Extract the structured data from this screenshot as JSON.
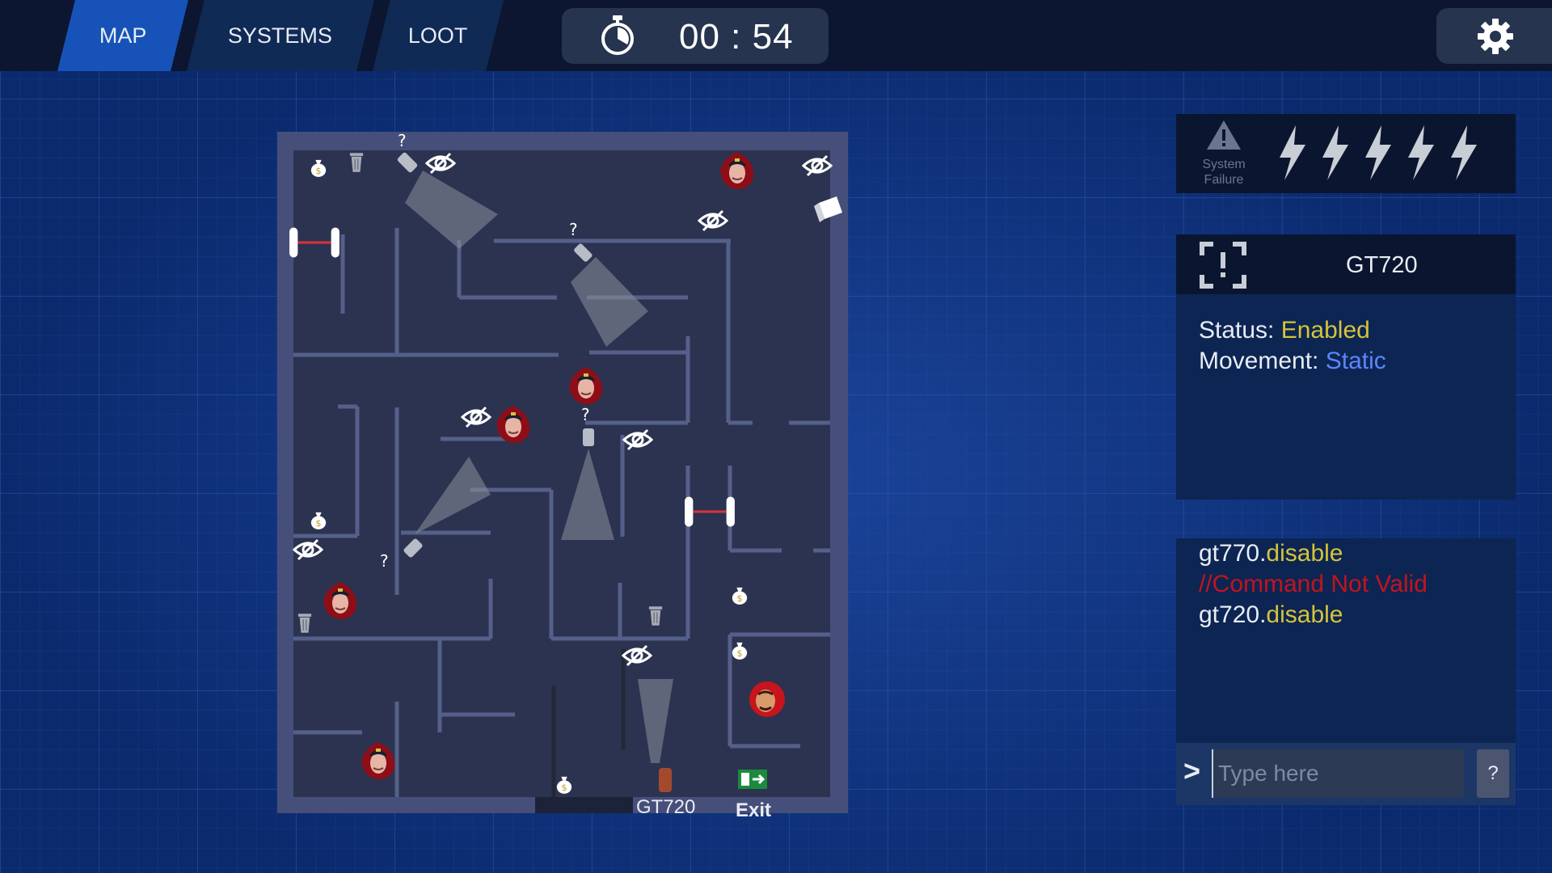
{
  "tabs": [
    {
      "label": "MAP",
      "active": true
    },
    {
      "label": "SYSTEMS",
      "active": false
    },
    {
      "label": "LOOT",
      "active": false
    }
  ],
  "timer": {
    "icon": "stopwatch-icon",
    "time": "00 : 54"
  },
  "settings": {
    "icon": "gear-icon"
  },
  "power_panel": {
    "warning_label": "System Failure",
    "warning_icon": "warning-triangle-icon",
    "power_bolts": 5
  },
  "device": {
    "name": "GT720",
    "icon": "focus-alert-icon",
    "status_label": "Status:",
    "status_value": "Enabled",
    "movement_label": "Movement:",
    "movement_value": "Static"
  },
  "console": {
    "lines": [
      {
        "obj": "gt770",
        "sep": ".",
        "cmd": "disable"
      },
      {
        "error": "//Command Not Valid"
      },
      {
        "obj": "gt720",
        "sep": ".",
        "cmd": "disable"
      }
    ],
    "prompt": ">",
    "placeholder": "Type here",
    "help_label": "?"
  },
  "map_labels": {
    "device": "GT720",
    "exit": "Exit",
    "unknown_marker": "?"
  },
  "colors": {
    "tab_active": "#1652b8",
    "tab_inactive": "#102a56",
    "status_enabled": "#d4c43a",
    "movement_static": "#5b86ff",
    "error": "#c2141e",
    "map_floor": "#2b3350",
    "map_wall": "#55608a"
  }
}
